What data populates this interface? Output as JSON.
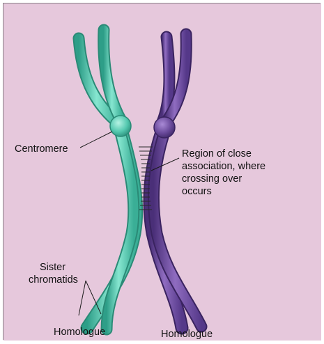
{
  "diagram": {
    "labels": {
      "centromere": "Centromere",
      "region_line1": "Region of close",
      "region_line2": "association, where",
      "region_line3": "crossing over",
      "region_line4": "occurs",
      "sister_line1": "Sister",
      "sister_line2": "chromatids",
      "homologue_left": "Homologue",
      "homologue_right": "Homologue"
    },
    "colors": {
      "background": "#e6c8dc",
      "teal_chromosome": "#5fcdb6",
      "purple_chromosome": "#6e4d9c",
      "pointer_line": "#1a1a1a"
    }
  }
}
